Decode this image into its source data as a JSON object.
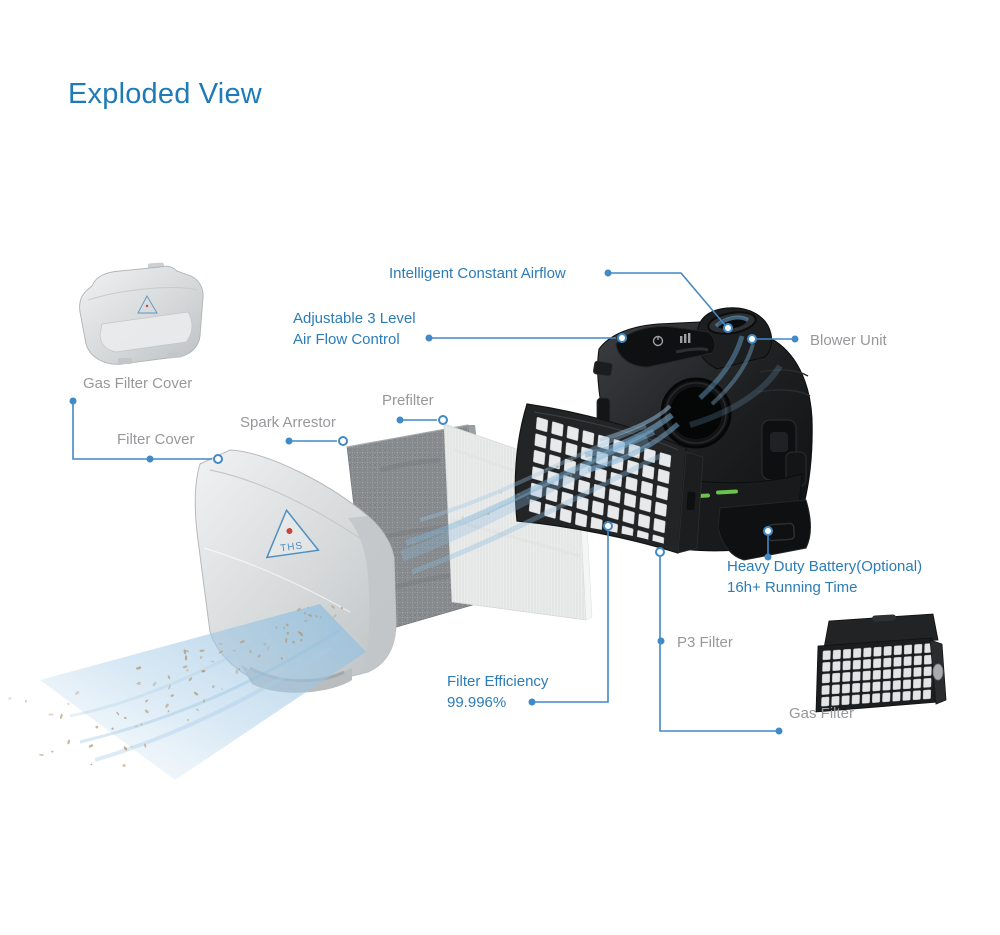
{
  "title": {
    "text": "Exploded View"
  },
  "colors": {
    "title_blue": "#1e7bb8",
    "label_blue": "#2c7cb7",
    "label_gray": "#96989b",
    "leader_blue": "#4189c7",
    "airflow_blue": "#a9cde8",
    "battery_led_green": "#69c24c"
  },
  "logo": {
    "text": "THS"
  },
  "labels": {
    "intelligent_constant_airflow": "Intelligent Constant Airflow",
    "adjustable_air_flow": "Adjustable 3 Level\nAir Flow Control",
    "blower_unit": "Blower Unit",
    "gas_filter_cover": "Gas Filter Cover",
    "filter_cover": "Filter Cover",
    "spark_arrestor": "Spark Arrestor",
    "prefilter": "Prefilter",
    "heavy_duty_battery": "Heavy Duty Battery(Optional)\n16h+ Running Time",
    "p3_filter": "P3 Filter",
    "filter_efficiency": "Filter Efficiency\n99.996%",
    "gas_filter": "Gas Filter"
  }
}
